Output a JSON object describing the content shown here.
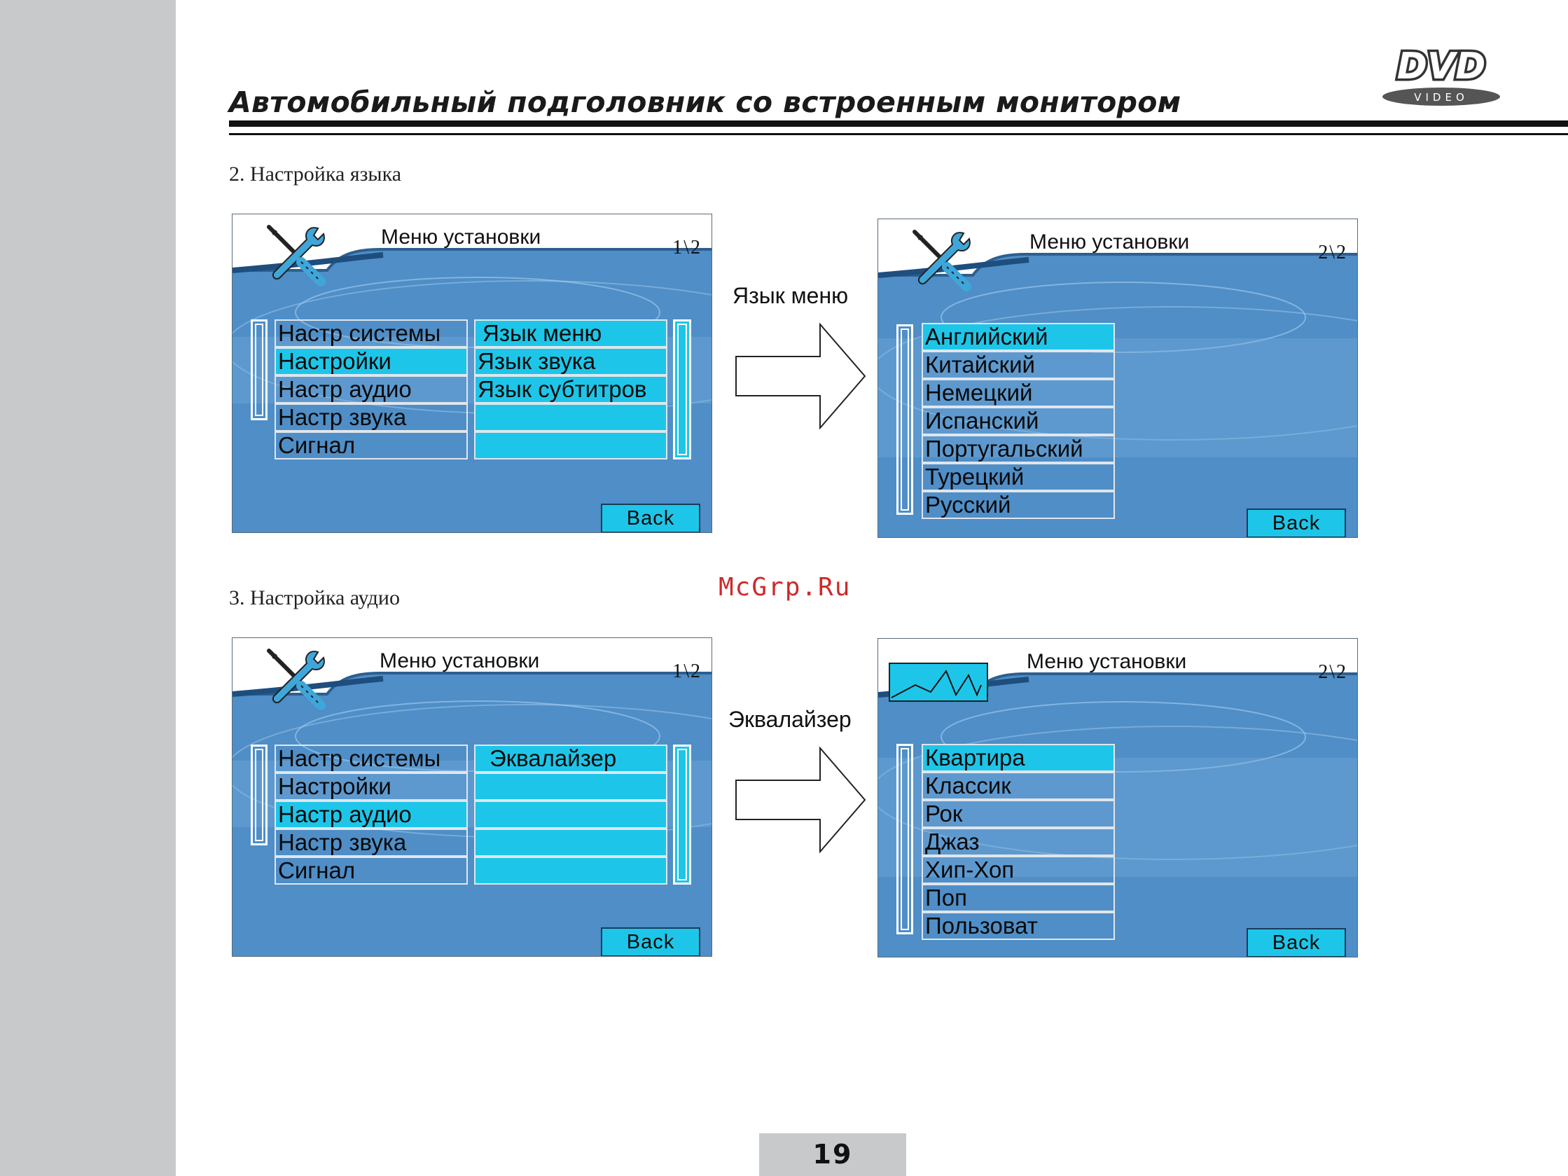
{
  "header": {
    "title": "Автомобильный подголовник со встроенным монитором",
    "logo": {
      "main": "DVD",
      "sub": "VIDEO"
    }
  },
  "watermark": "McGrp.Ru",
  "page_number": "19",
  "colors": {
    "screen_bg": "#4f8ec7",
    "highlight": "#1dc6e8",
    "sidebar": "#c8c9cb"
  },
  "icons": [
    "tools-icon",
    "equalizer-icon",
    "arrow-right-icon"
  ],
  "sections": [
    {
      "title": "2. Настройка языка",
      "arrow_label": "Язык меню",
      "left_screen": {
        "title": "Меню установки",
        "page": "1\\2",
        "menu": [
          "Настр системы",
          "Настройки",
          "Настр аудио",
          "Настр звука",
          "Сигнал"
        ],
        "selected_menu": "Настройки",
        "submenu": [
          "Язык меню",
          "Язык звука",
          "Язык субтитров",
          "",
          ""
        ],
        "back": "Back"
      },
      "right_screen": {
        "title": "Меню установки",
        "page": "2\\2",
        "options": [
          "Английский",
          "Китайский",
          "Немецкий",
          "Испанский",
          "Португальский",
          "Турецкий",
          "Русский"
        ],
        "selected_option": "Английский",
        "back": "Back"
      }
    },
    {
      "title": "3. Настройка аудио",
      "arrow_label": "Эквалайзер",
      "left_screen": {
        "title": "Меню установки",
        "page": "1\\2",
        "menu": [
          "Настр системы",
          "Настройки",
          "Настр аудио",
          "Настр звука",
          "Сигнал"
        ],
        "selected_menu": "Настр аудио",
        "submenu": [
          "Эквалайзер",
          "",
          "",
          "",
          ""
        ],
        "back": "Back"
      },
      "right_screen": {
        "title": "Меню установки",
        "page": "2\\2",
        "options": [
          "Квартира",
          "Классик",
          "Рок",
          "Джаз",
          "Хип-Хоп",
          "Поп",
          "Пользоват"
        ],
        "selected_option": "Квартира",
        "back": "Back"
      }
    }
  ]
}
